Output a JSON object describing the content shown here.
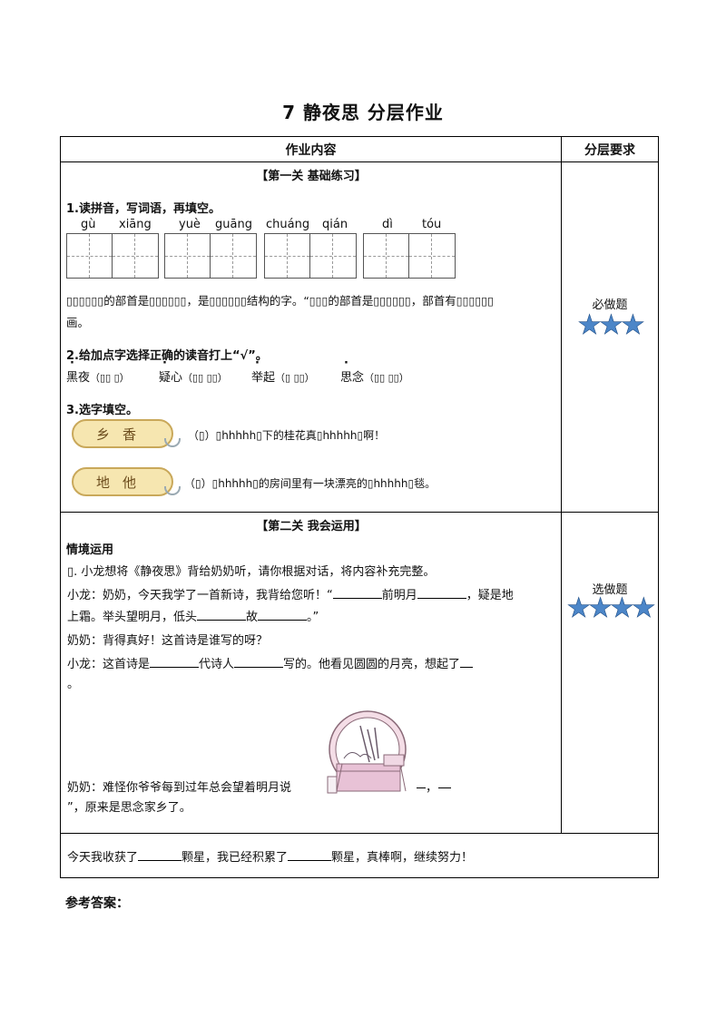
{
  "title": "7  静夜思  分层作业",
  "table": {
    "header": {
      "content": "作业内容",
      "requirement": "分层要求"
    },
    "level1": {
      "title": "【第一关  基础练习】",
      "q1": {
        "label": "1.读拼音，写词语，再填空。",
        "pinyin": [
          "gù",
          "xiāng",
          "yuè",
          "guāng",
          "chuáng",
          "qián",
          "dì",
          "tóu"
        ],
        "line1": "▯▯▯▯▯▯的部首是▯▯▯▯▯▯，是▯▯▯▯▯▯结构的字。“▯▯▯的部首是▯▯▯▯▯▯，部首有▯▯▯▯▯▯",
        "line2": "画。"
      },
      "q2": {
        "label": "2.给加点字选择正确的读音打上“√”。",
        "items": [
          {
            "pre": "",
            "dot": "黑",
            "post": "夜",
            "opt": "（▯▯ ▯）"
          },
          {
            "pre": "",
            "dot": "疑",
            "post": "心",
            "opt": "（▯▯ ▯▯）"
          },
          {
            "pre": "",
            "dot": "举",
            "post": "起",
            "opt": "（▯  ▯▯）"
          },
          {
            "pre": "",
            "dot": "思",
            "post": "念",
            "opt": "（▯▯ ▯▯）"
          }
        ]
      },
      "q3": {
        "label": "3.选字填空。",
        "tag1": "乡香",
        "tag2": "地他",
        "s1": "（▯）▯hhhhh▯下的桂花真▯hhhhh▯啊！",
        "s2": "（▯）▯hhhhh▯的房间里有一块漂亮的▯hhhhh▯毯。"
      },
      "requirement": "必做题",
      "stars": "★★★"
    },
    "level2": {
      "title": "【第二关  我会运用】",
      "subtitle": "情境运用",
      "intro": "▯. 小龙想将《静夜思》背给奶奶听，请你根据对话，将内容补充完整。",
      "l1a": "小龙：奶奶，今天我学了一首新诗，我背给您听！“",
      "l1b": "前明月",
      "l1c": "，疑是地",
      "l2a": "上霜。举头望明月，低头",
      "l2b": "故",
      "l2c": "。”",
      "l3": "奶奶：背得真好！这首诗是谁写的呀？",
      "l4a": "小龙：这首诗是",
      "l4b": "代诗人",
      "l4c": "写的。他看见圆圆的月亮，想起了",
      "l5": "。",
      "l6a": "奶奶：难怪你爷爷每到过年总会望着明月说",
      "l6b": "，",
      "l7": "”，原来是思念家乡了。",
      "requirement": "选做题",
      "stars": "★★★★"
    },
    "summary": {
      "a": "今天我收获了",
      "b": "颗星，我已经积累了",
      "c": "颗星，真棒啊，继续努力！"
    }
  },
  "answers_label": "参考答案："
}
